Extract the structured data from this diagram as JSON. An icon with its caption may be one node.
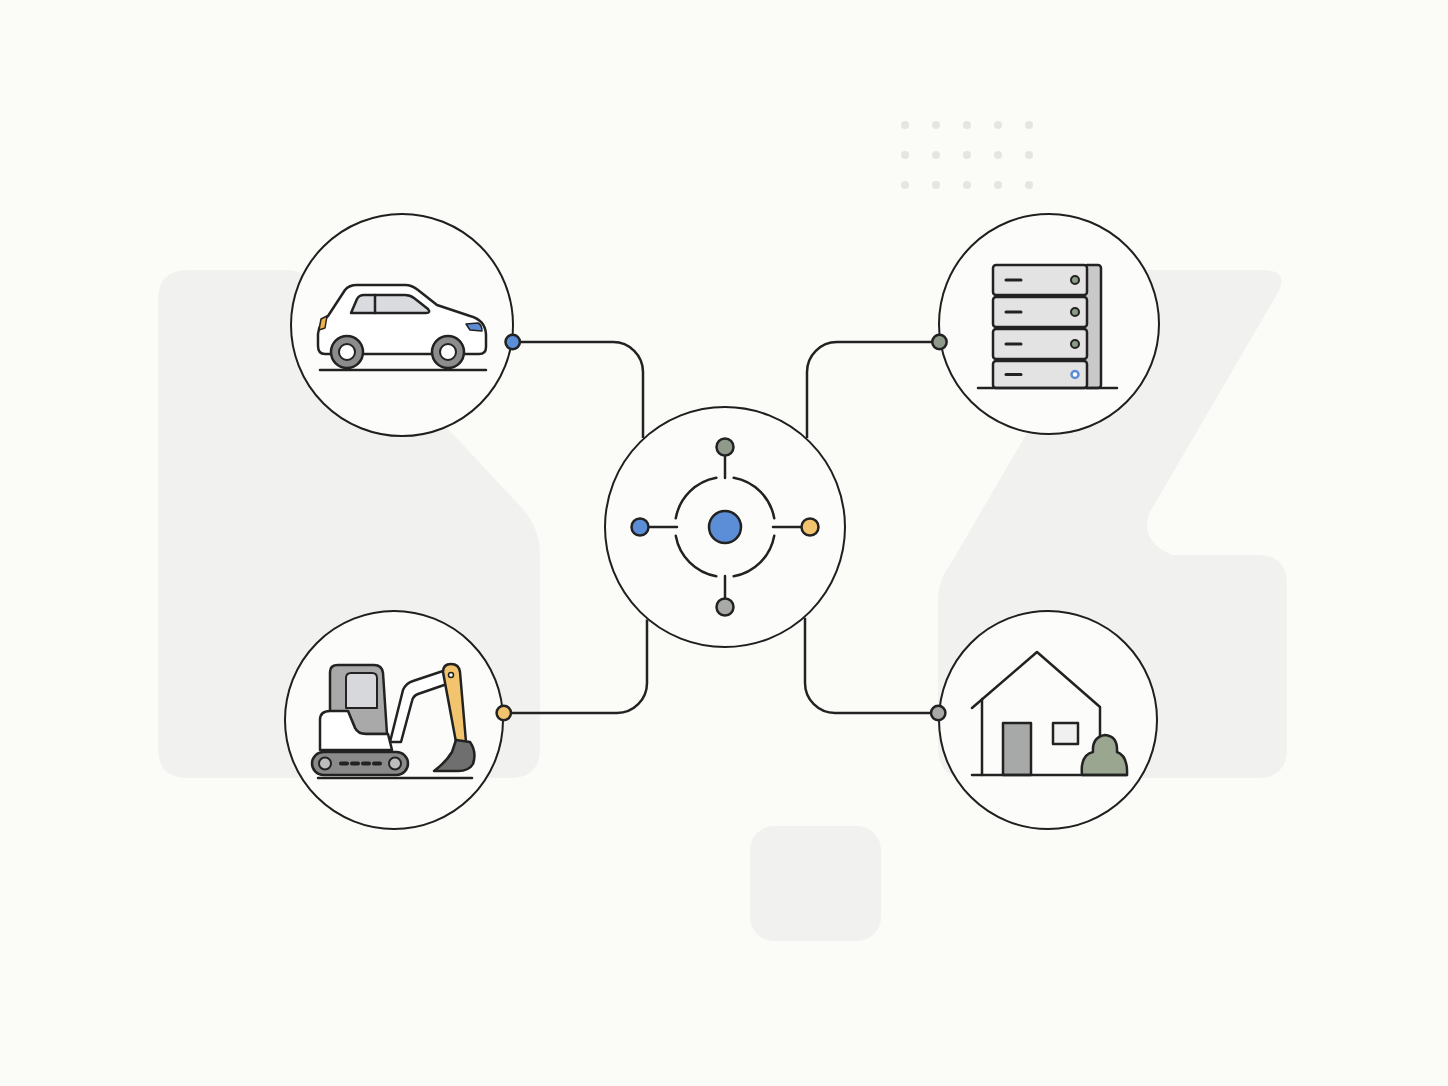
{
  "diagram": {
    "nodes": [
      {
        "text": [],
        "shape": "circle"
      },
      {
        "text": [],
        "shape": "circle"
      },
      {
        "text": [],
        "shape": "circle"
      },
      {
        "text": [],
        "shape": "circle"
      },
      {
        "text": [],
        "shape": "circle"
      }
    ],
    "edges": [
      {
        "from": 2,
        "to": 0,
        "arrow": "other"
      },
      {
        "from": 2,
        "to": 1,
        "arrow": "other"
      },
      {
        "from": 2,
        "to": 3,
        "arrow": "other"
      },
      {
        "from": 2,
        "to": 4,
        "arrow": "other"
      }
    ]
  }
}
